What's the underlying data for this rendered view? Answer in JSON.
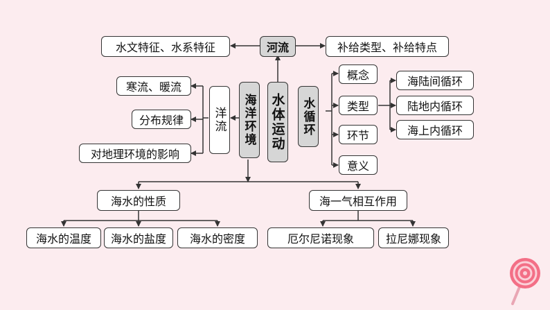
{
  "center": "水体运动",
  "river": {
    "title": "河流",
    "left": "水文特征、水系特征",
    "right": "补给类型、补给特点"
  },
  "ocean_movement": "海洋环境",
  "current": {
    "title": "洋流",
    "items": [
      "寒流、暖流",
      "分布规律",
      "对地理环境的影响"
    ]
  },
  "water_cycle": {
    "title": "水循环",
    "items": [
      "概念",
      "类型",
      "环节",
      "意义"
    ],
    "types": [
      "海陆间循环",
      "陆地内循环",
      "海上内循环"
    ]
  },
  "seawater_properties": {
    "title": "海水的性质",
    "items": [
      "海水的温度",
      "海水的盐度",
      "海水的密度"
    ]
  },
  "sea_air": {
    "title": "海一气相互作用",
    "items": [
      "厄尔尼诺现象",
      "拉尼娜现象"
    ]
  }
}
